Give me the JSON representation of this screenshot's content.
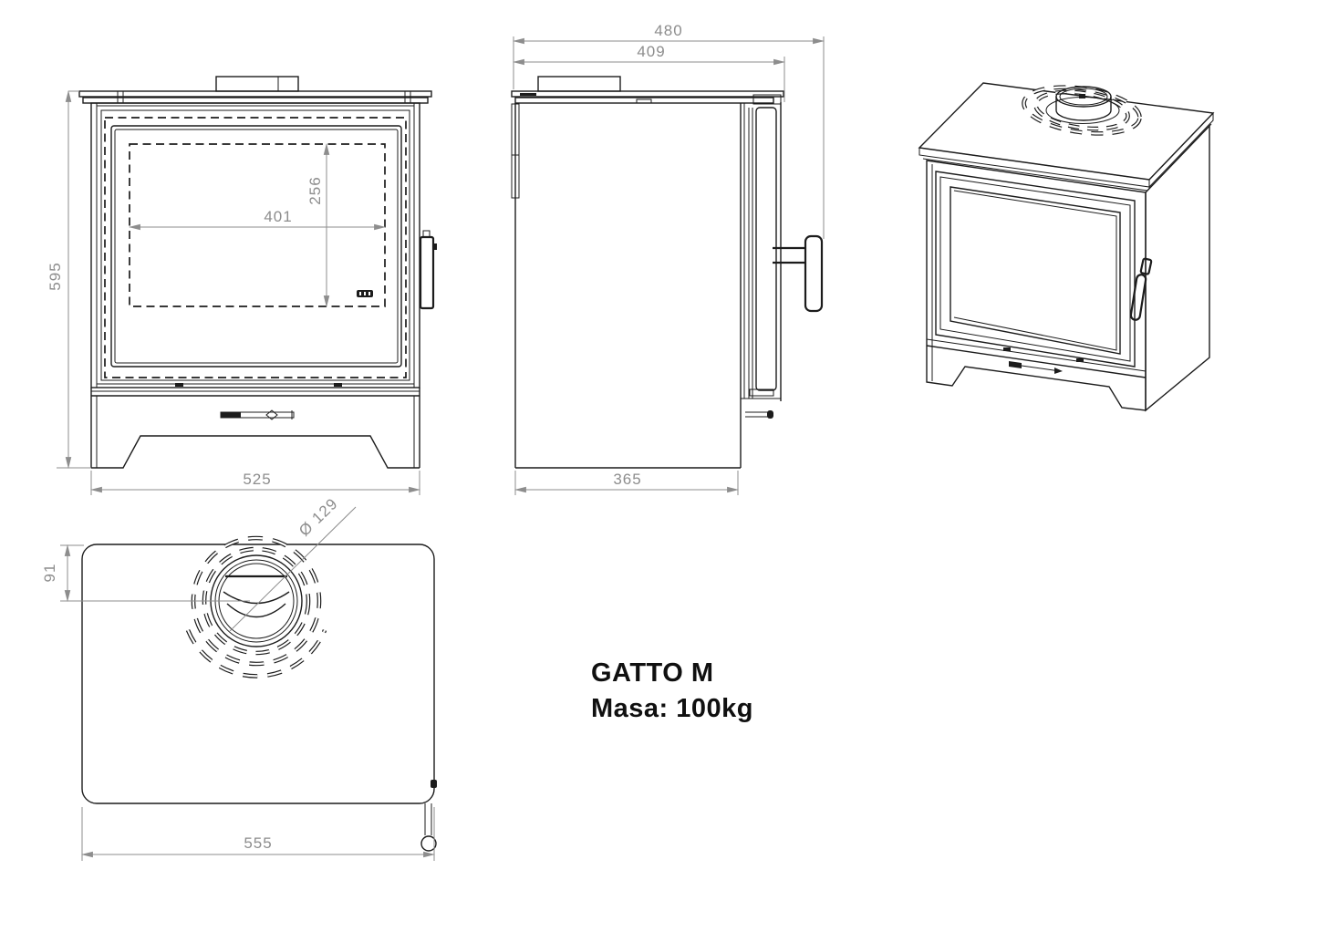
{
  "title_block": {
    "model": "GATTO M",
    "mass": "Masa: 100kg"
  },
  "views": {
    "front": {
      "dims": {
        "height": "595",
        "width": "525",
        "glass_width": "401",
        "glass_height": "256"
      }
    },
    "side": {
      "dims": {
        "depth_overall": "480",
        "top_depth": "409",
        "body_depth": "365"
      }
    },
    "top": {
      "dims": {
        "flue_diameter": "Ø 129",
        "flue_offset": "91",
        "width": "555"
      }
    }
  },
  "colors": {
    "line": "#1c1c1c",
    "dimension": "#8d8d8d",
    "background": "#ffffff"
  },
  "icons": {
    "glass_logo": "brand-mark",
    "dimension_arrow": "cad-arrowhead"
  }
}
